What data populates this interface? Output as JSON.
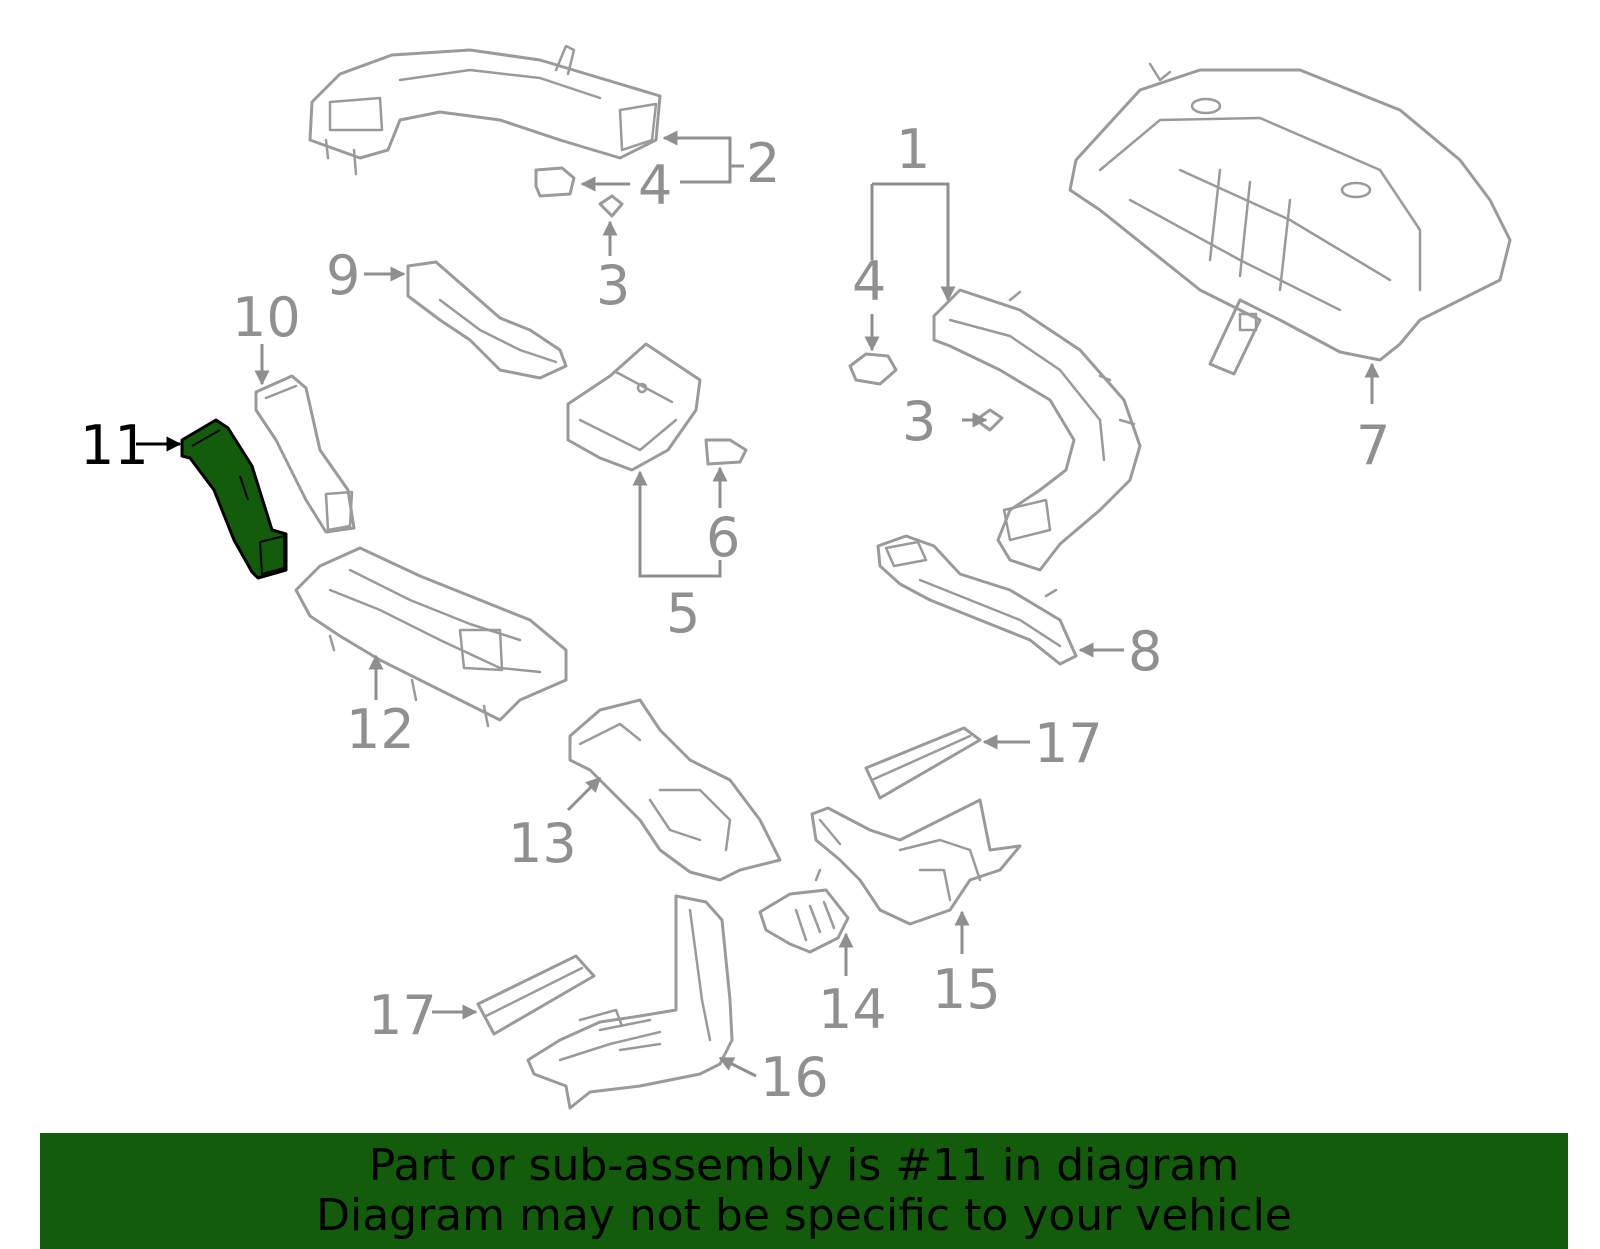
{
  "callouts": {
    "c1": "1",
    "c2": "2",
    "c3a": "3",
    "c3b": "3",
    "c4a": "4",
    "c4b": "4",
    "c5": "5",
    "c6": "6",
    "c7": "7",
    "c8": "8",
    "c9": "9",
    "c10": "10",
    "c11": "11",
    "c12": "12",
    "c13": "13",
    "c14": "14",
    "c15": "15",
    "c16": "16",
    "c17a": "17",
    "c17b": "17"
  },
  "highlight": {
    "part": "11",
    "color": "#125c0c"
  },
  "banner": {
    "line1": "Part or sub-assembly is #11 in diagram",
    "line2": "Diagram may not be specific to your vehicle",
    "background": "#125c0c"
  }
}
